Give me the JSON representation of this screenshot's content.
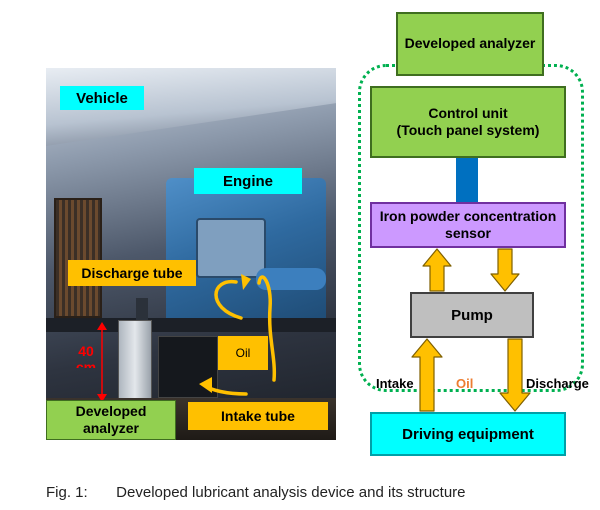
{
  "photo": {
    "vehicle_label": "Vehicle",
    "engine_label": "Engine",
    "discharge_tube_label": "Discharge tube",
    "oil_label": "Oil",
    "height_label_line1": "40",
    "height_label_line2": "cm",
    "developed_analyzer_line1": "Developed",
    "developed_analyzer_line2": "analyzer",
    "intake_tube_label": "Intake tube"
  },
  "diagram": {
    "developed_analyzer_label": "Developed analyzer",
    "control_unit_line1": "Control unit",
    "control_unit_line2": "(Touch panel system)",
    "sensor_line1": "Iron powder concentration",
    "sensor_line2": "sensor",
    "pump_label": "Pump",
    "intake_label": "Intake",
    "oil_label": "Oil",
    "discharge_label": "Discharge",
    "driving_equipment_label": "Driving equipment"
  },
  "caption": {
    "number": "Fig. 1:",
    "text": "Developed lubricant analysis device and its structure"
  },
  "colors": {
    "cyan": "#00ffff",
    "green": "#92d050",
    "purple": "#cc99ff",
    "gray": "#bfbfbf",
    "orange_label": "#ffc000",
    "arrow_fill": "#ffc000",
    "connector_blue": "#0070c0",
    "dotted_green": "#00b050",
    "height_red": "#ff0000",
    "oil_text": "#ed7d31"
  }
}
